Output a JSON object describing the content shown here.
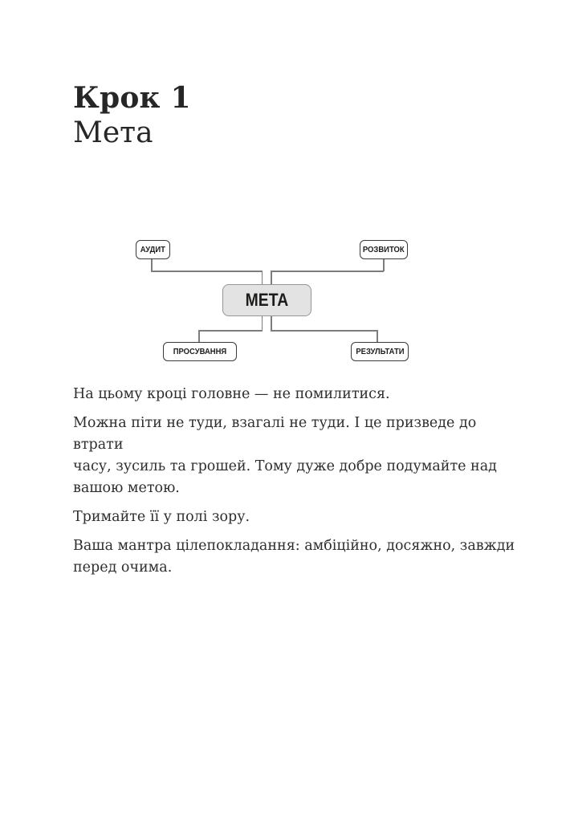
{
  "page": {
    "kicker": "Крок 1",
    "title": "Мета"
  },
  "diagram": {
    "center_label": "МЕТА",
    "top_left_label": "АУДИТ",
    "top_right_label": "РОЗВИТОК",
    "bottom_left_label": "ПРОСУВАННЯ",
    "bottom_right_label": "РЕЗУЛЬТАТИ",
    "colors": {
      "connector_line": "#7d7d7d",
      "node_border": "#3a3a3a",
      "node_fill": "#ffffff",
      "center_fill": "#e3e3e3",
      "center_border": "#959595",
      "label_text": "#1d1d1b"
    }
  },
  "body": {
    "paragraphs": [
      "На цьому кроці головне — не помилитися.",
      "Можна піти не туди, взагалі не туди. І це призведе до втрати\nчасу, зусиль та грошей. Тому дуже добре подумайте над\nвашою метою.",
      "Тримайте її у полі зору.",
      "Ваша мантра цілепокладання: амбіційно, досяжно, завжди\nперед очима."
    ]
  },
  "text_color": "#2e2e2e",
  "heading_color": "#262626"
}
